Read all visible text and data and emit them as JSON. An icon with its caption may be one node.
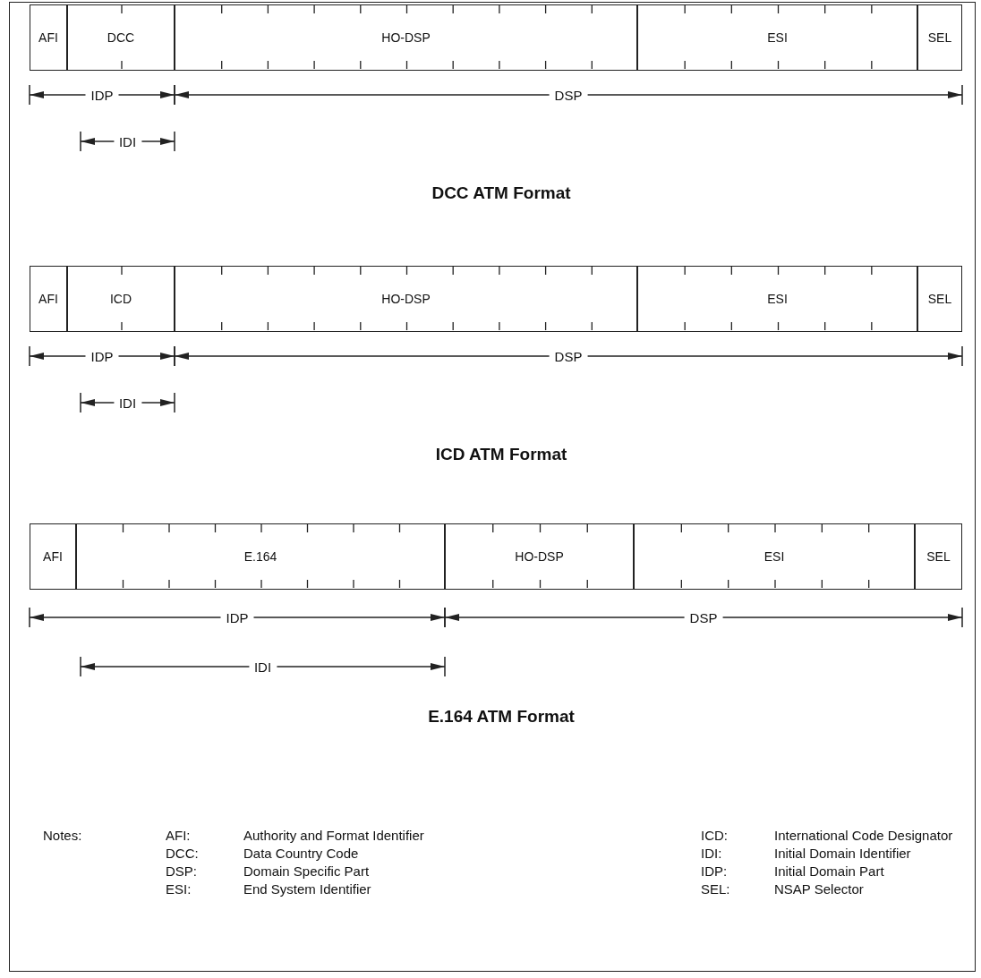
{
  "diagram": {
    "nodes": [
      {
        "text": [
          "AFI"
        ]
      },
      {
        "text": [
          "DCC"
        ]
      },
      {
        "text": [
          "HO-DSP"
        ]
      },
      {
        "text": [
          "ESI"
        ]
      },
      {
        "text": [
          "SEL"
        ]
      },
      {
        "text": [
          "AFI"
        ]
      },
      {
        "text": [
          "ICD"
        ]
      },
      {
        "text": [
          "HO-DSP"
        ]
      },
      {
        "text": [
          "ESI"
        ]
      },
      {
        "text": [
          "SEL"
        ]
      },
      {
        "text": [
          "AFI"
        ]
      },
      {
        "text": [
          "E.164"
        ]
      },
      {
        "text": [
          "HO-DSP"
        ]
      },
      {
        "text": [
          "ESI"
        ]
      },
      {
        "text": [
          "SEL"
        ]
      }
    ],
    "labels": [
      "IDP",
      "DSP",
      "IDI",
      "DCC ATM Format",
      "IDP",
      "DSP",
      "IDI",
      "ICD ATM Format",
      "IDP",
      "DSP",
      "IDI",
      "E.164 ATM Format",
      "Notes:",
      "AFI:",
      "Authority and Format Identifier",
      "ICD:",
      "International Code Designator",
      "DCC:",
      "Data Country Code",
      "IDI:",
      "Initial Domain Identifier",
      "DSP:",
      "Domain Specific Part",
      "IDP:",
      "Initial Domain Part",
      "ESI:",
      "End System Identifier",
      "SEL:",
      "NSAP Selector"
    ]
  }
}
